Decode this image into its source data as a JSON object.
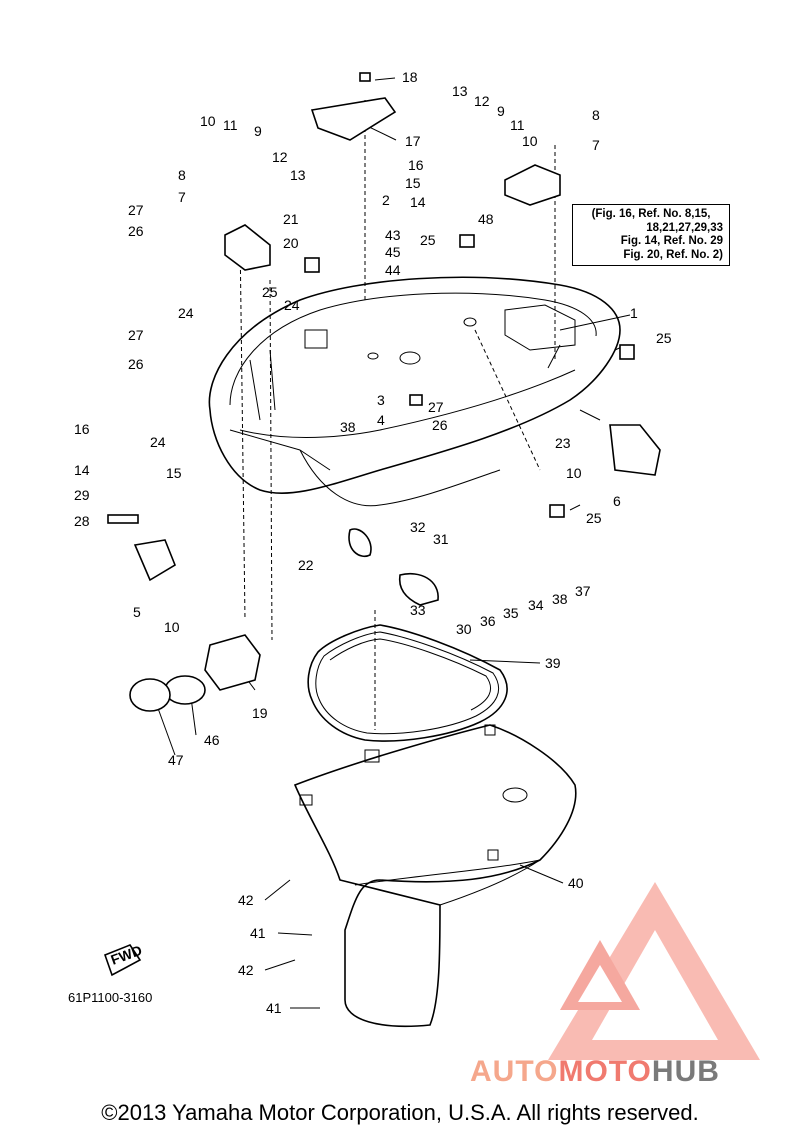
{
  "note": {
    "lines": [
      "(Fig. 16, Ref. No. 8,15,",
      "18,21,27,29,33",
      "Fig. 14, Ref. No. 29",
      "Fig. 20, Ref. No. 2)"
    ]
  },
  "diagram_code": "61P1100-3160",
  "fwd_label": "FWD",
  "copyright": "©2013 Yamaha Motor Corporation, U.S.A. All rights reserved.",
  "brand": {
    "part1": "AUTO",
    "part2": "MOTO",
    "part3": "HUB"
  },
  "colors": {
    "logo_light": "#f5a78c",
    "logo_dark": "#f07a6f",
    "logo_grey": "#7a7a7a"
  },
  "callouts": [
    "1",
    "2",
    "3",
    "4",
    "5",
    "6",
    "7",
    "8",
    "9",
    "10",
    "11",
    "12",
    "13",
    "14",
    "15",
    "16",
    "17",
    "18",
    "19",
    "20",
    "21",
    "22",
    "23",
    "24",
    "25",
    "26",
    "27",
    "28",
    "29",
    "30",
    "31",
    "32",
    "33",
    "34",
    "35",
    "36",
    "37",
    "38",
    "39",
    "40",
    "41",
    "42",
    "43",
    "44",
    "45",
    "46",
    "47",
    "48"
  ]
}
